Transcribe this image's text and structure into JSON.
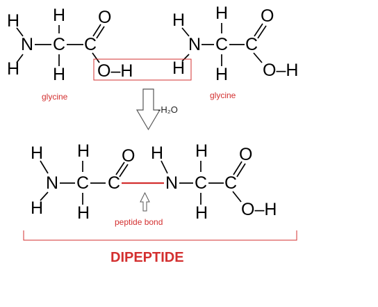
{
  "colors": {
    "accent": "#d32f2f",
    "ink": "#000000"
  },
  "reactant_1": {
    "label": "glycine"
  },
  "reactant_2": {
    "label": "glycine"
  },
  "atoms": {
    "N": "N",
    "C": "C",
    "O": "O",
    "H": "H",
    "OH": "O–H"
  },
  "reaction": {
    "byproduct": "-H₂O",
    "arrow_icon": "down-arrow-icon"
  },
  "product": {
    "bond_label": "peptide bond",
    "name": "DIPEPTIDE",
    "bond_pointer_icon": "up-arrow-icon"
  }
}
